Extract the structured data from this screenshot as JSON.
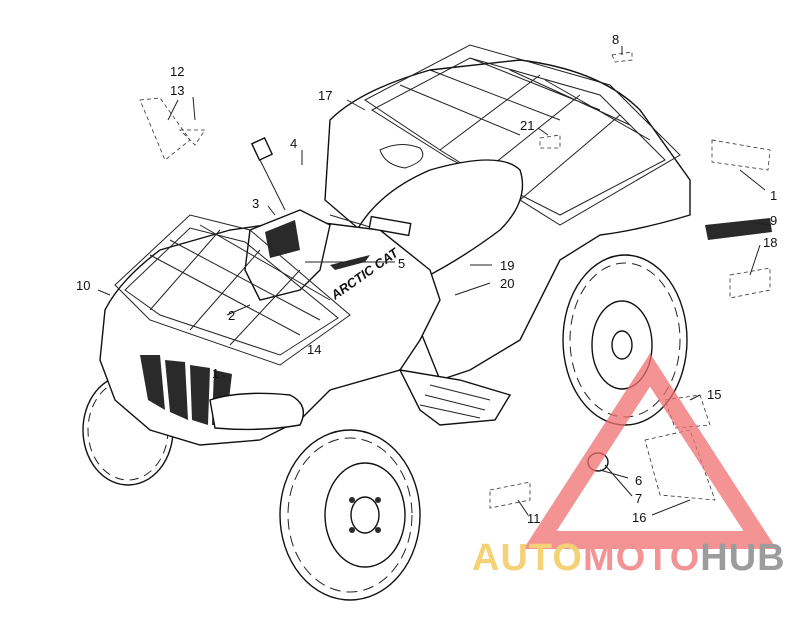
{
  "callouts": [
    {
      "id": "c12",
      "text": "12"
    },
    {
      "id": "c13",
      "text": "13"
    },
    {
      "id": "c17",
      "text": "17"
    },
    {
      "id": "c8",
      "text": "8"
    },
    {
      "id": "c4",
      "text": "4"
    },
    {
      "id": "c3",
      "text": "3"
    },
    {
      "id": "c21",
      "text": "21"
    },
    {
      "id": "c1r",
      "text": "1"
    },
    {
      "id": "c9",
      "text": "9"
    },
    {
      "id": "c18",
      "text": "18"
    },
    {
      "id": "c10",
      "text": "10"
    },
    {
      "id": "c5",
      "text": "5"
    },
    {
      "id": "c19",
      "text": "19"
    },
    {
      "id": "c20",
      "text": "20"
    },
    {
      "id": "c2",
      "text": "2"
    },
    {
      "id": "c14",
      "text": "14"
    },
    {
      "id": "c1f",
      "text": "1"
    },
    {
      "id": "c15",
      "text": "15"
    },
    {
      "id": "c6",
      "text": "6"
    },
    {
      "id": "c7",
      "text": "7"
    },
    {
      "id": "c16",
      "text": "16"
    },
    {
      "id": "c11",
      "text": "11"
    }
  ],
  "decal_text": {
    "side_logo": "ARCTIC CAT"
  },
  "watermark": {
    "part1": "AUTO",
    "part2": "MOTO",
    "part3": "HUB",
    "color_gold": "#f3c34a",
    "color_red": "#ef6f6f",
    "color_gray": "#7b7b7b"
  }
}
